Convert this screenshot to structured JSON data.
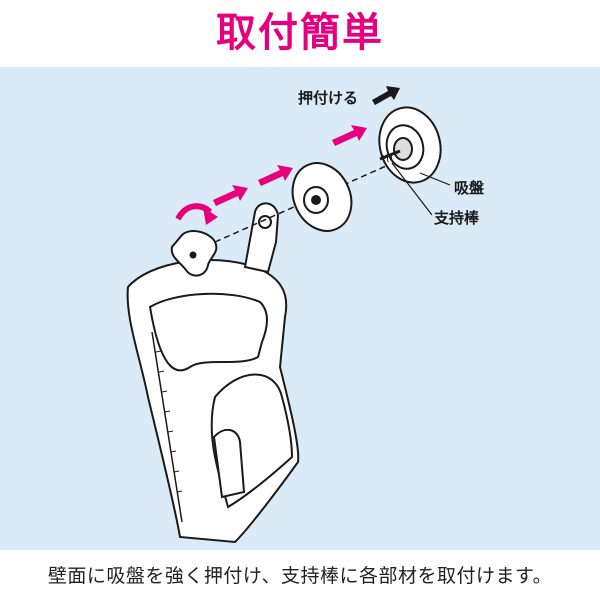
{
  "title": "取付簡単",
  "labels": {
    "push": "押付ける",
    "suction_cup": "吸盤",
    "support_rod": "支持棒"
  },
  "caption": "壁面に吸盤を強く押付け、支持棒に各部材を取付けます。",
  "colors": {
    "title": "#e6007e",
    "panel_bg": "#dbeaf7",
    "arrow_pink": "#e6007e",
    "line": "#1a1a1a"
  }
}
